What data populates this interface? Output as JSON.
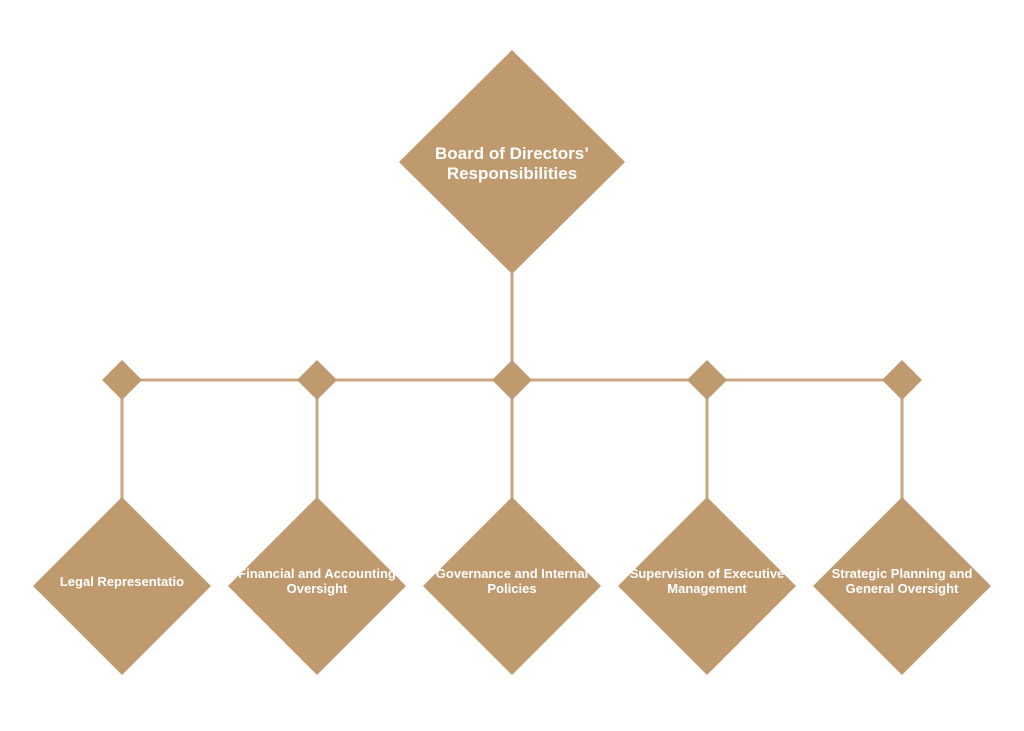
{
  "colors": {
    "fill": "#bf9a6f",
    "line": "#c9a77e",
    "text": "#ffffff"
  },
  "root": {
    "label": "Board of Directors’ Responsibilities"
  },
  "children": [
    {
      "label": "Legal Representatio"
    },
    {
      "label": "Financial and Accounting Oversight"
    },
    {
      "label": "Governance and Internal Policies"
    },
    {
      "label": "Supervision of Executive Management"
    },
    {
      "label": "Strategic Planning and General Oversight"
    }
  ]
}
